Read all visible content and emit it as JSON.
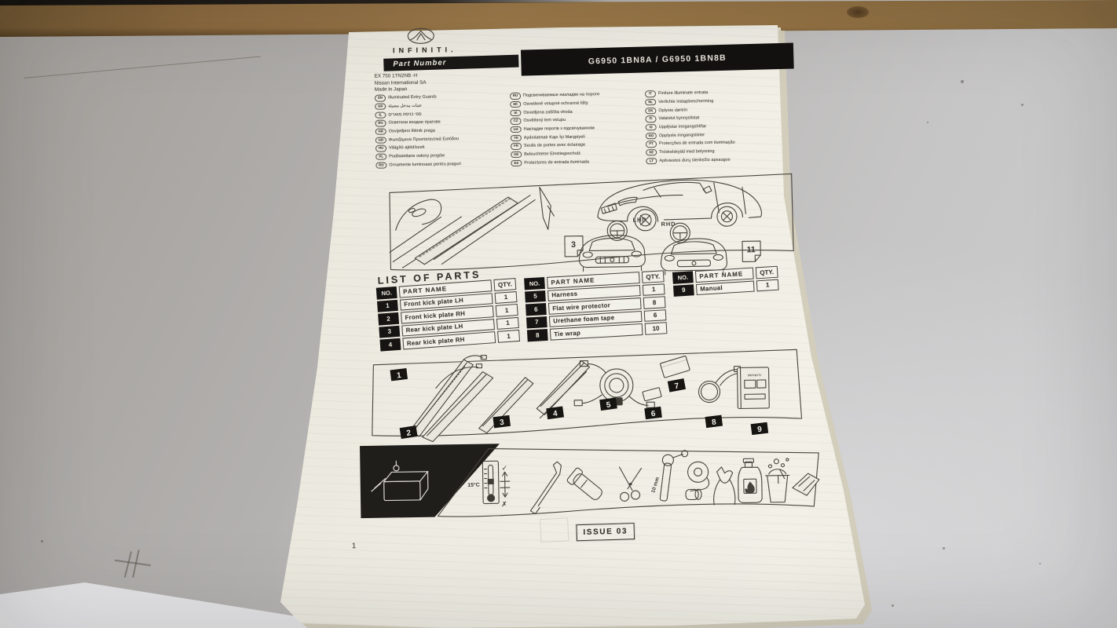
{
  "colors": {
    "ink": "#3d3934",
    "page": "#efede3",
    "cardboard": "#95734a",
    "wall": "#c2c1c1",
    "black_panel": "#161513"
  },
  "header": {
    "brand_word": "INFINITI.",
    "part_number_label": "Part Number",
    "part_numbers": "G6950 1BN8A / G6950 1BN8B",
    "code_line": "EX 750 1TN2NB -H",
    "supplier_line": "Nissan International SA",
    "origin_line": "Made in Japan"
  },
  "languages": {
    "col1": [
      {
        "code": "EN",
        "text": "Illuminated Entry Guards"
      },
      {
        "code": "AR",
        "text": "عتبات مدخل مضيئة"
      },
      {
        "code": "IL",
        "text": "ספי כניסה מוארים"
      },
      {
        "code": "BG",
        "text": "Осветени входни прагове"
      },
      {
        "code": "HR",
        "text": "Osvijetljeni štitnik praga"
      },
      {
        "code": "GR",
        "text": "Φωτιζόμενα Προστατευτικά Εισόδου"
      },
      {
        "code": "HU",
        "text": "Világító ajtódíszek"
      },
      {
        "code": "PL",
        "text": "Podświetlane osłony progów"
      },
      {
        "code": "RO",
        "text": "Ornamente luminoase pentru praguri"
      }
    ],
    "col2": [
      {
        "code": "RU",
        "text": "Подсвечиваемые накладки на пороги"
      },
      {
        "code": "SK",
        "text": "Osvetlené vstupné ochranné lišty"
      },
      {
        "code": "SI",
        "text": "Osvetljena zaščita vhoda"
      },
      {
        "code": "CZ",
        "text": "Osvětlený lem vstupu"
      },
      {
        "code": "UA",
        "text": "Накладки порогів з підсвічуванням"
      },
      {
        "code": "TR",
        "text": "Aydınlatmalı Kapı İçi Marşpiyeli"
      },
      {
        "code": "FR",
        "text": "Seuils de portes avec éclairage"
      },
      {
        "code": "DE",
        "text": "Beleuchteter Einstiegsschutz"
      },
      {
        "code": "ES",
        "text": "Protectores de entrada iluminada"
      }
    ],
    "col3": [
      {
        "code": "IT",
        "text": "Finiture illuminate entrata"
      },
      {
        "code": "NL",
        "text": "Verlichte instapbescherming"
      },
      {
        "code": "DK",
        "text": "Oplyste dørtrin"
      },
      {
        "code": "FI",
        "text": "Valaistut kynnyslistat"
      },
      {
        "code": "IS",
        "text": "Upplýstar inngangshlífar"
      },
      {
        "code": "NO",
        "text": "Opplyste inngangslister"
      },
      {
        "code": "PT",
        "text": "Protecções de entrada com iluminação"
      },
      {
        "code": "SE",
        "text": "Tröskelskydd med belysning"
      },
      {
        "code": "LT",
        "text": "Apšviestos durų slenksčio apsaugos"
      }
    ]
  },
  "diagram": {
    "lhd_label": "LHD",
    "rhd_label": "RHD",
    "flag_front": "3",
    "flag_rear": "11"
  },
  "parts_list": {
    "title": "LIST OF PARTS",
    "no_header": "NO.",
    "name_header": "PART NAME",
    "qty_header": "QTY.",
    "table1": {
      "rows": [
        {
          "no": "1",
          "name": "Front kick plate LH",
          "qty": "1"
        },
        {
          "no": "2",
          "name": "Front kick plate RH",
          "qty": "1"
        },
        {
          "no": "3",
          "name": "Rear kick plate LH",
          "qty": "1"
        },
        {
          "no": "4",
          "name": "Rear kick plate RH",
          "qty": "1"
        }
      ]
    },
    "table2": {
      "rows": [
        {
          "no": "5",
          "name": "Harness",
          "qty": "1"
        },
        {
          "no": "6",
          "name": "Flat wire protector",
          "qty": "8"
        },
        {
          "no": "7",
          "name": "Urethane foam tape",
          "qty": "6"
        },
        {
          "no": "8",
          "name": "Tie wrap",
          "qty": "10"
        }
      ]
    },
    "table3": {
      "rows": [
        {
          "no": "9",
          "name": "Manual",
          "qty": "1"
        }
      ]
    }
  },
  "parts_diagram": {
    "tags": [
      "1",
      "2",
      "3",
      "4",
      "5",
      "6",
      "7",
      "8",
      "9"
    ],
    "manual_cover": "INFINITI"
  },
  "tools": {
    "temperature_label": "15°C",
    "socket_label": "10 mm"
  },
  "footer": {
    "issue_label": "ISSUE 03",
    "page_number": "1"
  }
}
